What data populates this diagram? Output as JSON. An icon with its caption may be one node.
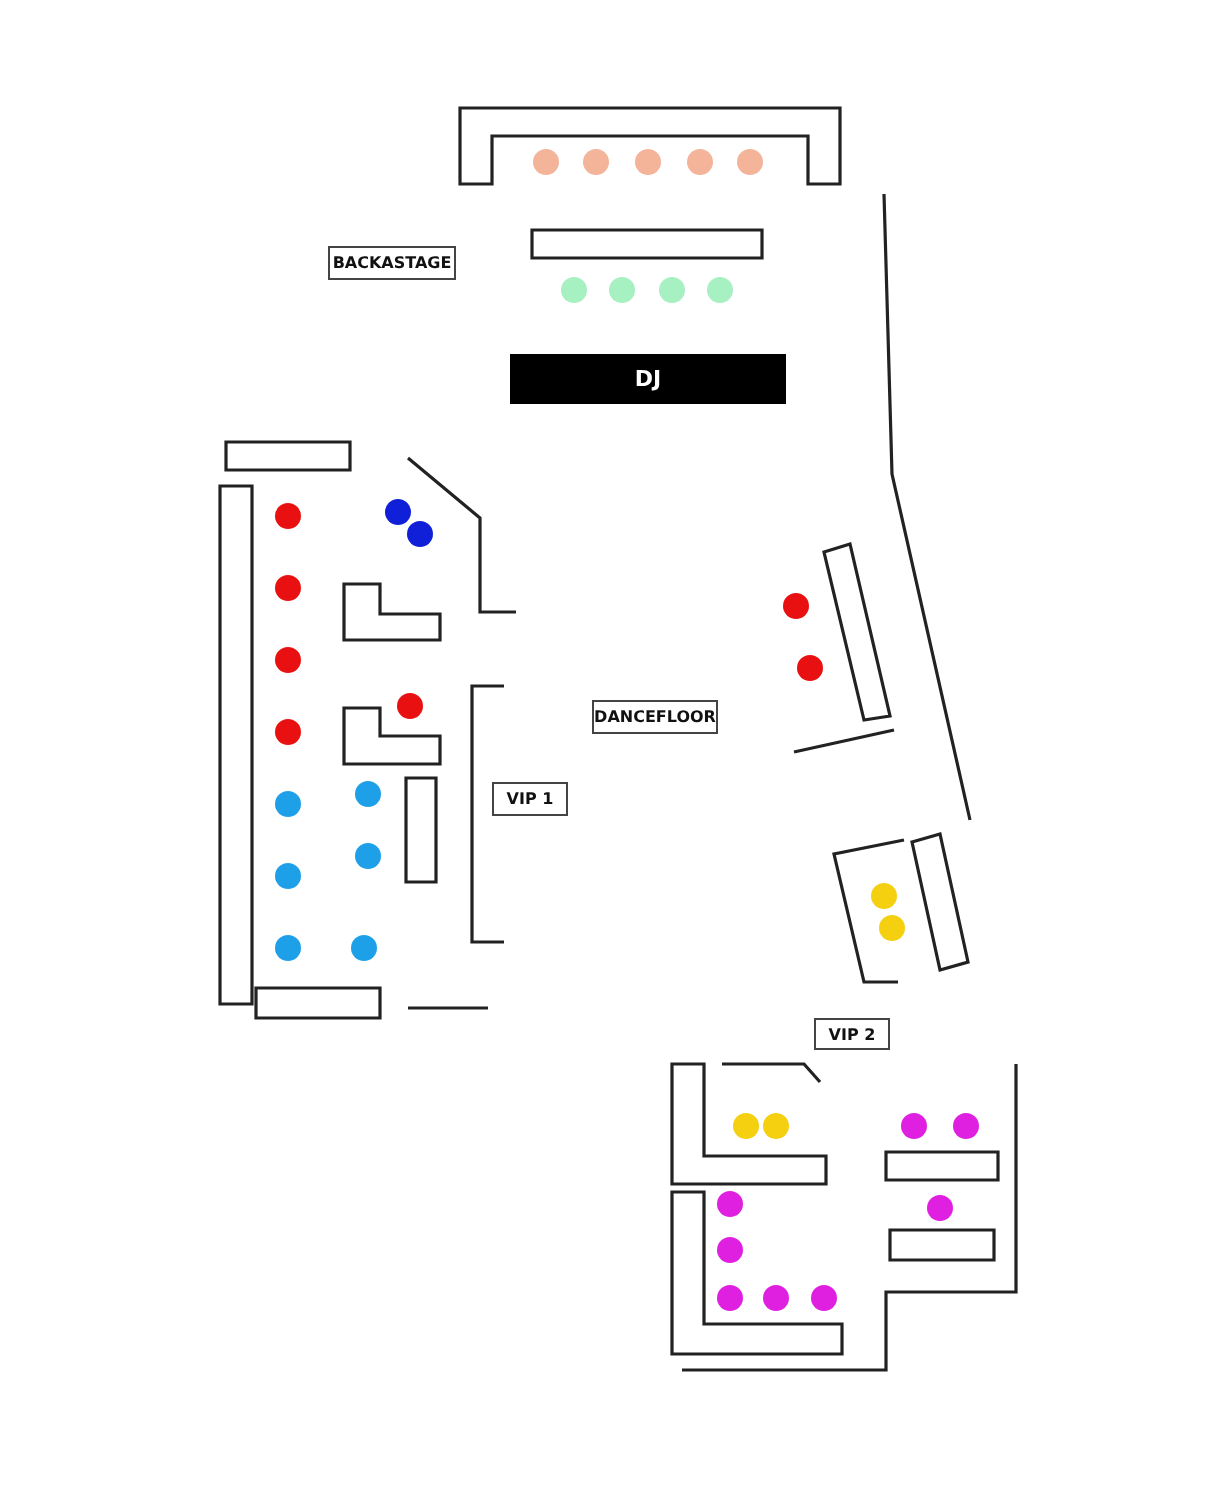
{
  "diagram": {
    "nodes": [
      {
        "text": [
          "BACKASTAGE"
        ]
      },
      {
        "text": [
          "DJ"
        ]
      },
      {
        "text": [
          "DANCEFLOOR"
        ]
      },
      {
        "text": [
          "VIP 1"
        ]
      },
      {
        "text": [
          "VIP 2"
        ]
      }
    ]
  }
}
